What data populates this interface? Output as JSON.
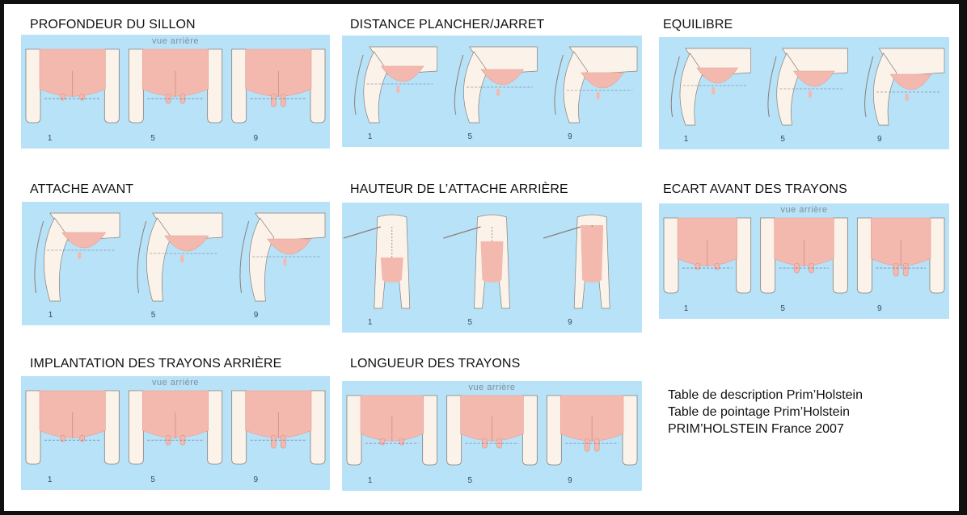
{
  "panels": [
    {
      "title": "PROFONDEUR DU SILLON",
      "subtitle": "vue arrière",
      "scores": [
        "1",
        "5",
        "9"
      ]
    },
    {
      "title": "DISTANCE PLANCHER/JARRET",
      "subtitle": "",
      "scores": [
        "1",
        "5",
        "9"
      ]
    },
    {
      "title": "EQUILIBRE",
      "subtitle": "",
      "scores": [
        "1",
        "5",
        "9"
      ]
    },
    {
      "title": "ATTACHE AVANT",
      "subtitle": "",
      "scores": [
        "1",
        "5",
        "9"
      ]
    },
    {
      "title": "HAUTEUR DE L’ATTACHE ARRIÈRE",
      "subtitle": "",
      "scores": [
        "1",
        "5",
        "9"
      ]
    },
    {
      "title": "ECART AVANT DES TRAYONS",
      "subtitle": "vue arrière",
      "scores": [
        "1",
        "5",
        "9"
      ]
    },
    {
      "title": "IMPLANTATION DES TRAYONS ARRIÈRE",
      "subtitle": "vue arrière",
      "scores": [
        "1",
        "5",
        "9"
      ]
    },
    {
      "title": "LONGUEUR DES TRAYONS",
      "subtitle": "vue arrière",
      "scores": [
        "1",
        "5",
        "9"
      ]
    }
  ],
  "caption": {
    "line1": "Table de description Prim’Holstein",
    "line2": "Table de pointage Prim’Holstein",
    "line3": "PRIM’HOLSTEIN France 2007"
  },
  "colors": {
    "panel_background": "#b8e2f7",
    "udder": "#f4b9ae",
    "leg": "#fbf3ea",
    "outline": "#8a7f78"
  }
}
